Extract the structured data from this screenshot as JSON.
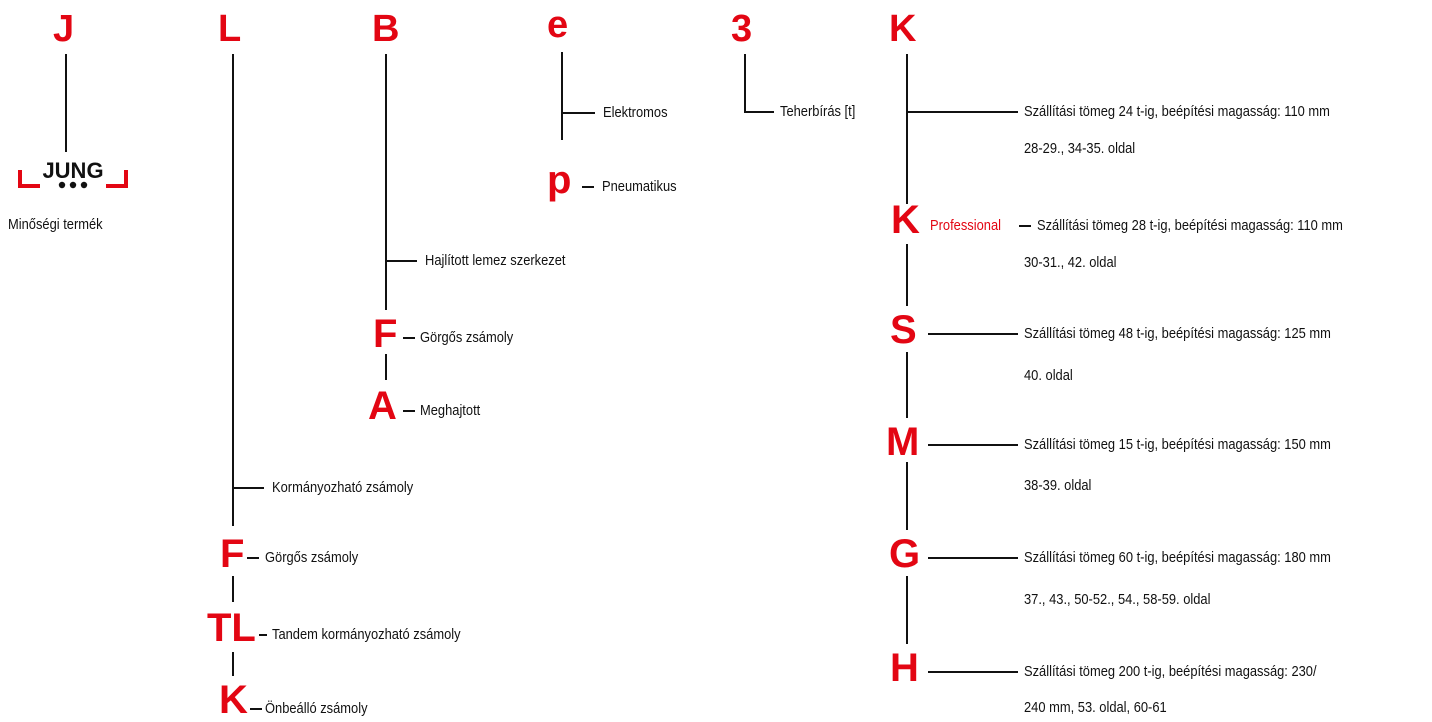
{
  "headers": {
    "j": "J",
    "l": "L",
    "b": "B",
    "e": "e",
    "three": "3",
    "k": "K"
  },
  "logo": {
    "brand": "JUNG",
    "caption": "Minőségi termék"
  },
  "col_l": {
    "kormanyozhato": "Kormányozható zsámoly",
    "f_letter": "F",
    "f_label": "Görgős zsámoly",
    "tl_letter": "TL",
    "tl_label": "Tandem kormányozható zsámoly",
    "k_letter": "K",
    "k_label": "Önbeálló zsámoly"
  },
  "col_b": {
    "hajlitott": "Hajlított lemez szerkezet",
    "f_letter": "F",
    "f_label": "Görgős zsámoly",
    "a_letter": "A",
    "a_label": "Meghajtott"
  },
  "col_e": {
    "elektromos": "Elektromos",
    "p_letter": "p",
    "p_label": "Pneumatikus"
  },
  "col_3": {
    "label": "Teherbírás [t]"
  },
  "col_k": {
    "rows": [
      {
        "letter": "",
        "desc": "Szállítási tömeg 24 t-ig, beépítési magasság: 110 mm",
        "page": "28-29., 34-35. oldal"
      },
      {
        "letter": "K",
        "suffix": "Professional",
        "desc": "Szállítási tömeg 28 t-ig, beépítési magasság: 110 mm",
        "page": "30-31., 42. oldal"
      },
      {
        "letter": "S",
        "desc": "Szállítási tömeg 48 t-ig, beépítési magasság: 125 mm",
        "page": "40. oldal"
      },
      {
        "letter": "M",
        "desc": "Szállítási tömeg 15 t-ig, beépítési magasság: 150 mm",
        "page": "38-39. oldal"
      },
      {
        "letter": "G",
        "desc": "Szállítási tömeg 60 t-ig, beépítési magasság: 180 mm",
        "page": "37., 43., 50-52., 54., 58-59. oldal"
      },
      {
        "letter": "H",
        "desc": "Szállítási tömeg 200 t-ig, beépítési magasság: 230/",
        "page": "240 mm, 53. oldal, 60-61"
      }
    ]
  },
  "colors": {
    "accent": "#e30613",
    "line": "#111111"
  }
}
